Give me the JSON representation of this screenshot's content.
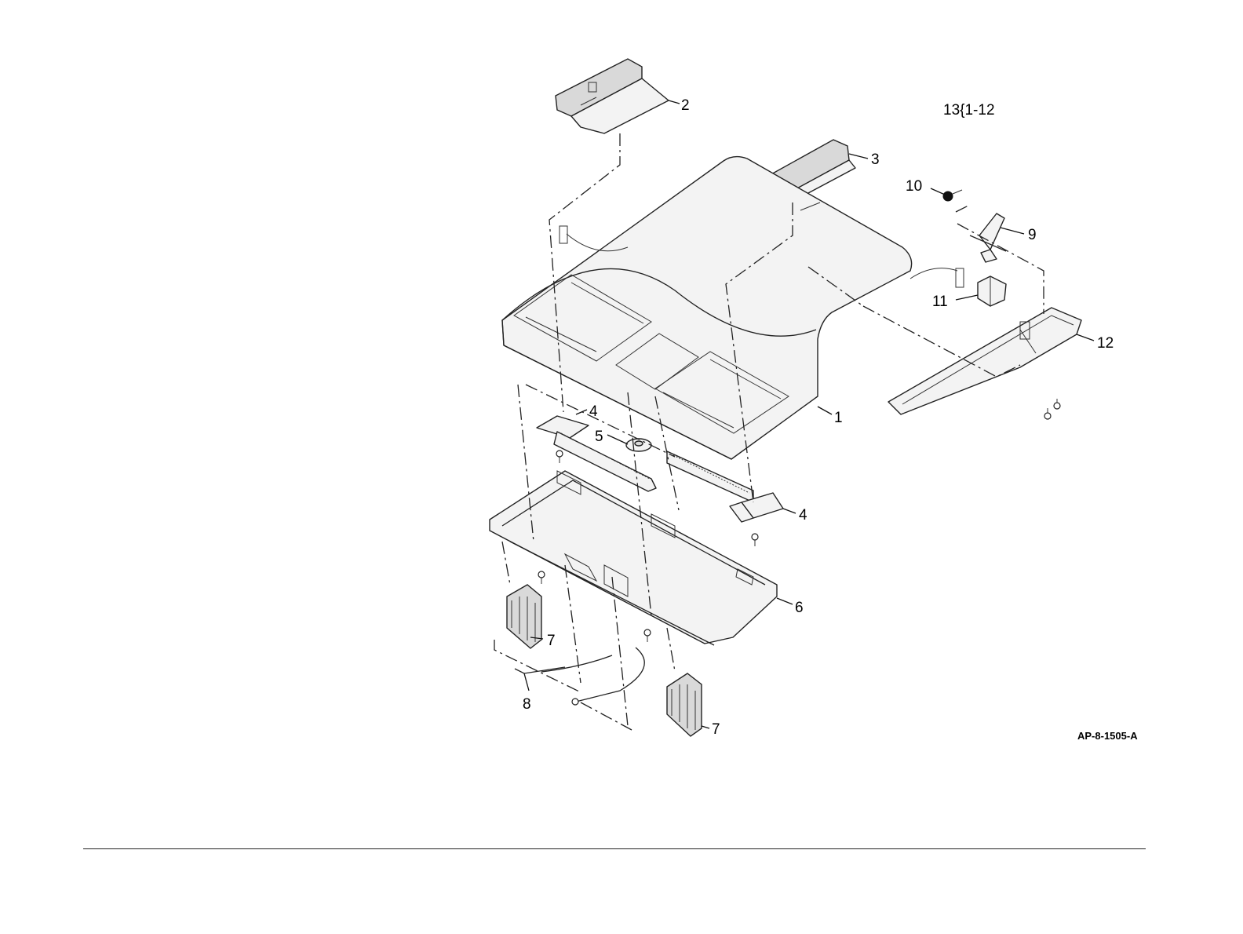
{
  "diagram": {
    "group_label": "13{1-12",
    "reference_code": "AP-8-1505-A",
    "callouts": {
      "c1": "1",
      "c2": "2",
      "c3": "3",
      "c4a": "4",
      "c4b": "4",
      "c5": "5",
      "c6": "6",
      "c7a": "7",
      "c7b": "7",
      "c8": "8",
      "c9": "9",
      "c10": "10",
      "c11": "11",
      "c12": "12"
    }
  }
}
